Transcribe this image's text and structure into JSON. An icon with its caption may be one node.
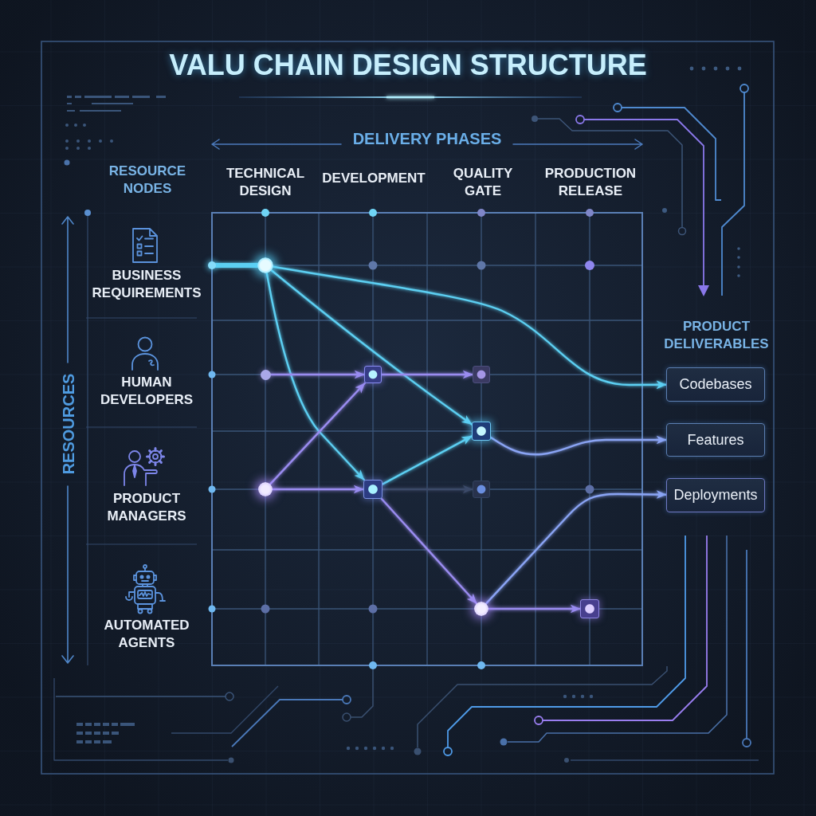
{
  "diagram": {
    "title": "VALU CHAIN DESIGN STRUCTURE",
    "nodes": [
      {
        "text": [],
        "shape": "circle"
      },
      {
        "text": [],
        "shape": "circle"
      },
      {
        "text": [
          "Codebases"
        ]
      },
      {
        "text": [],
        "shape": "circle"
      },
      {
        "text": [],
        "shape": "box"
      },
      {
        "text": [],
        "shape": "box"
      },
      {
        "text": [],
        "shape": "box"
      },
      {
        "text": [
          "Features"
        ]
      },
      {
        "text": [],
        "shape": "circle"
      },
      {
        "text": [],
        "shape": "box"
      },
      {
        "text": [],
        "shape": "box"
      },
      {
        "text": [
          "Deployments"
        ]
      },
      {
        "text": [],
        "shape": "circle"
      },
      {
        "text": [],
        "shape": "box"
      }
    ],
    "edges": [
      {
        "from": 0,
        "to": 1,
        "arrow": "none",
        "style": "thick",
        "color": "#5ccff2"
      },
      {
        "from": 1,
        "to": 2,
        "arrow": "to",
        "color": "#5ccff2"
      },
      {
        "from": 1,
        "to": 6,
        "arrow": "to",
        "color": "#5ccff2"
      },
      {
        "from": 1,
        "to": 9,
        "arrow": "to",
        "color": "#5ccff2"
      },
      {
        "from": 3,
        "to": 4,
        "arrow": "to"
      },
      {
        "from": 4,
        "to": 5,
        "arrow": "to"
      },
      {
        "from": 8,
        "to": 4,
        "arrow": "to"
      },
      {
        "from": 8,
        "to": 9,
        "arrow": "to"
      },
      {
        "from": 9,
        "to": 6,
        "arrow": "to",
        "color": "#5ccff2"
      },
      {
        "from": 9,
        "to": 10,
        "arrow": "to",
        "color": "#3a4a68"
      },
      {
        "from": 9,
        "to": 12,
        "arrow": "to"
      },
      {
        "from": 12,
        "to": 13,
        "arrow": "to"
      },
      {
        "from": 6,
        "to": 7,
        "arrow": "to",
        "color": "#8aa4f4"
      },
      {
        "from": 12,
        "to": 11,
        "arrow": "to",
        "color": "#8aa4f4"
      }
    ],
    "labels": [
      "DELIVERY PHASES",
      "RESOURCE NODES",
      "TECHNICAL DESIGN",
      "DEVELOPMENT",
      "QUALITY GATE",
      "PRODUCTION RELEASE",
      "BUSINESS REQUIREMENTS",
      "PRODUCT DELIVERABLES",
      "HUMAN DEVELOPERS",
      "RESOURCES",
      "PRODUCT MANAGERS",
      "AUTOMATED AGENTS"
    ]
  }
}
